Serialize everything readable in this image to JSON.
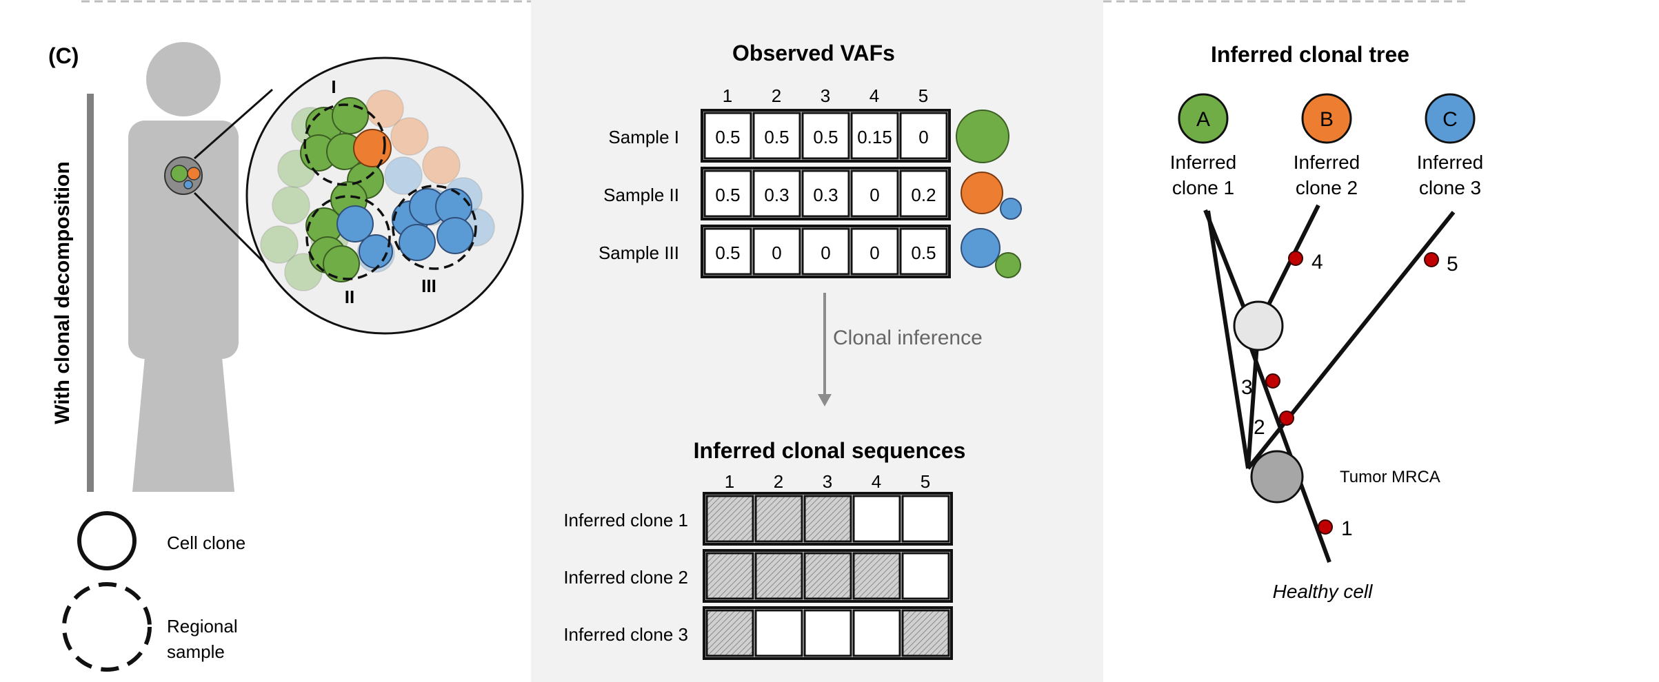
{
  "panel_label": "(C)",
  "left": {
    "vertical_label": "With clonal decomposition",
    "region_labels": [
      "I",
      "II",
      "III"
    ],
    "legend": {
      "cell_clone": "Cell clone",
      "regional_sample_line1": "Regional",
      "regional_sample_line2": "sample"
    }
  },
  "middle": {
    "observed_title": "Observed VAFs",
    "column_headers": [
      "1",
      "2",
      "3",
      "4",
      "5"
    ],
    "samples": [
      {
        "label": "Sample I",
        "values": [
          "0.5",
          "0.5",
          "0.5",
          "0.15",
          "0"
        ]
      },
      {
        "label": "Sample II",
        "values": [
          "0.5",
          "0.3",
          "0.3",
          "0",
          "0.2"
        ]
      },
      {
        "label": "Sample III",
        "values": [
          "0.5",
          "0",
          "0",
          "0",
          "0.5"
        ]
      }
    ],
    "arrow_label": "Clonal inference",
    "inferred_title": "Inferred clonal sequences",
    "clones": [
      {
        "label": "Inferred clone 1",
        "mutated": [
          true,
          true,
          true,
          false,
          false
        ]
      },
      {
        "label": "Inferred clone 2",
        "mutated": [
          true,
          true,
          true,
          true,
          false
        ]
      },
      {
        "label": "Inferred clone 3",
        "mutated": [
          true,
          false,
          false,
          false,
          true
        ]
      }
    ]
  },
  "right": {
    "title": "Inferred clonal tree",
    "leaves": [
      {
        "letter": "A",
        "line1": "Inferred",
        "line2": "clone 1",
        "color": "#70ad47"
      },
      {
        "letter": "B",
        "line1": "Inferred",
        "line2": "clone 2",
        "color": "#ed7d31"
      },
      {
        "letter": "C",
        "line1": "Inferred",
        "line2": "clone 3",
        "color": "#5b9bd5"
      }
    ],
    "mutation_labels": [
      "1",
      "2",
      "3",
      "4",
      "5"
    ],
    "mrca_label": "Tumor MRCA",
    "root_label": "Healthy cell"
  },
  "colors": {
    "green": "#70ad47",
    "orange": "#ed7d31",
    "blue": "#5b9bd5",
    "mutation": "#c00000",
    "middle_panel_bg": "#f2f2f2",
    "silhouette": "#bfbfbf"
  }
}
